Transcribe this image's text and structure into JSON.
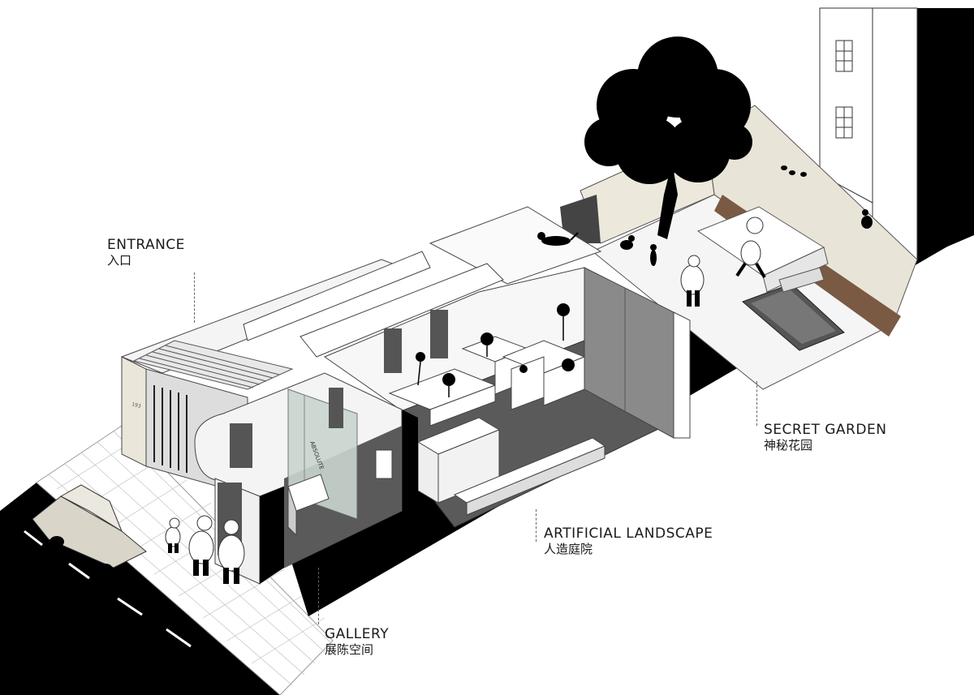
{
  "labels": {
    "entrance": {
      "en": "ENTRANCE",
      "zh": "入口"
    },
    "gallery": {
      "en": "GALLERY",
      "zh": "展陈空间"
    },
    "artificial_landscape": {
      "en": "ARTIFICIAL LANDSCAPE",
      "zh": "人造庭院"
    },
    "secret_garden": {
      "en": "SECRET GARDEN",
      "zh": "神秘花园"
    }
  },
  "details": {
    "house_number": "193",
    "door_sign": "ABSOLUTE"
  },
  "colors": {
    "ink": "#000000",
    "wall": "#f2f2f2",
    "floor_dark": "#595959",
    "street": "#000000",
    "beige": "#e9e4d8",
    "wood": "#7a5a43",
    "glass": "#c9d6cf"
  }
}
